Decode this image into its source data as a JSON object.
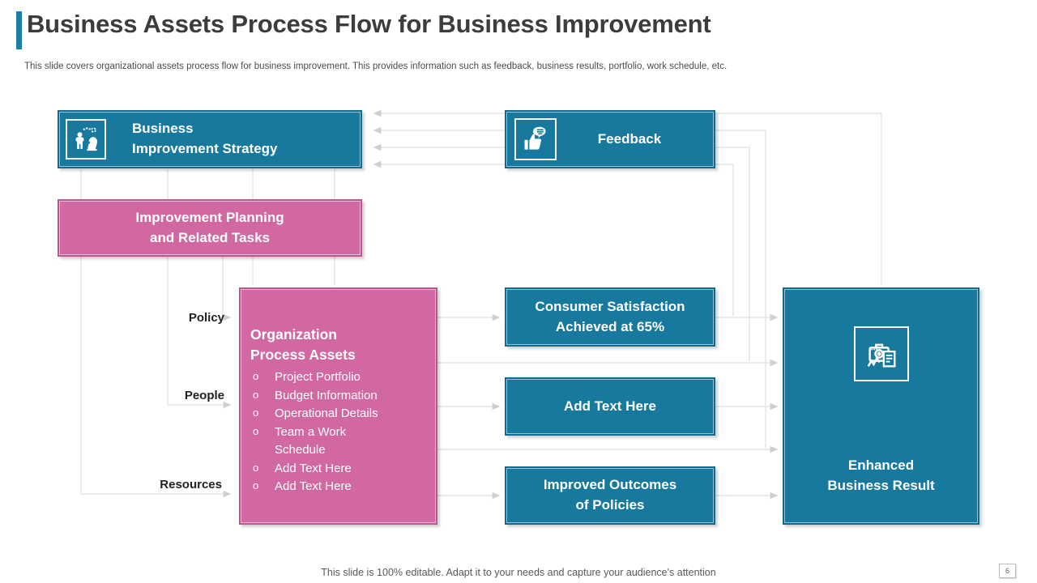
{
  "slide": {
    "title": "Business Assets Process Flow for Business Improvement",
    "subtitle": "This slide covers organizational assets process flow for business improvement. This provides information such as feedback, business results, portfolio, work schedule, etc.",
    "footer": "This slide is 100% editable. Adapt it to your needs and capture your audience's attention",
    "page_number": "6"
  },
  "colors": {
    "teal": "#17799E",
    "pink": "#D168A1",
    "accent_bar": "#1E7FA6",
    "connector_line": "#E4E4E6"
  },
  "boxes": {
    "strategy": {
      "icon": "people-strategy-icon",
      "lines": [
        "Business",
        "Improvement Strategy"
      ]
    },
    "feedback": {
      "icon": "thumbs-up-comment-icon",
      "label": "Feedback"
    },
    "planning": {
      "lines": [
        "Improvement Planning",
        "and Related Tasks"
      ]
    },
    "organization": {
      "heading_lines": [
        "Organization",
        "Process Assets"
      ],
      "items": [
        "Project Portfolio",
        "Budget Information",
        "Operational Details",
        "Team a Work Schedule",
        "Add Text Here",
        "Add Text Here"
      ]
    },
    "satisfaction": {
      "lines": [
        "Consumer Satisfaction",
        "Achieved at 65%"
      ]
    },
    "add_text": {
      "label": "Add Text Here"
    },
    "outcomes": {
      "lines": [
        "Improved Outcomes",
        "of Policies"
      ]
    },
    "result": {
      "icon": "briefcase-report-icon",
      "lines": [
        "Enhanced",
        "Business Result"
      ]
    }
  },
  "row_labels": {
    "policy": "Policy",
    "people": "People",
    "resources": "Resources"
  }
}
